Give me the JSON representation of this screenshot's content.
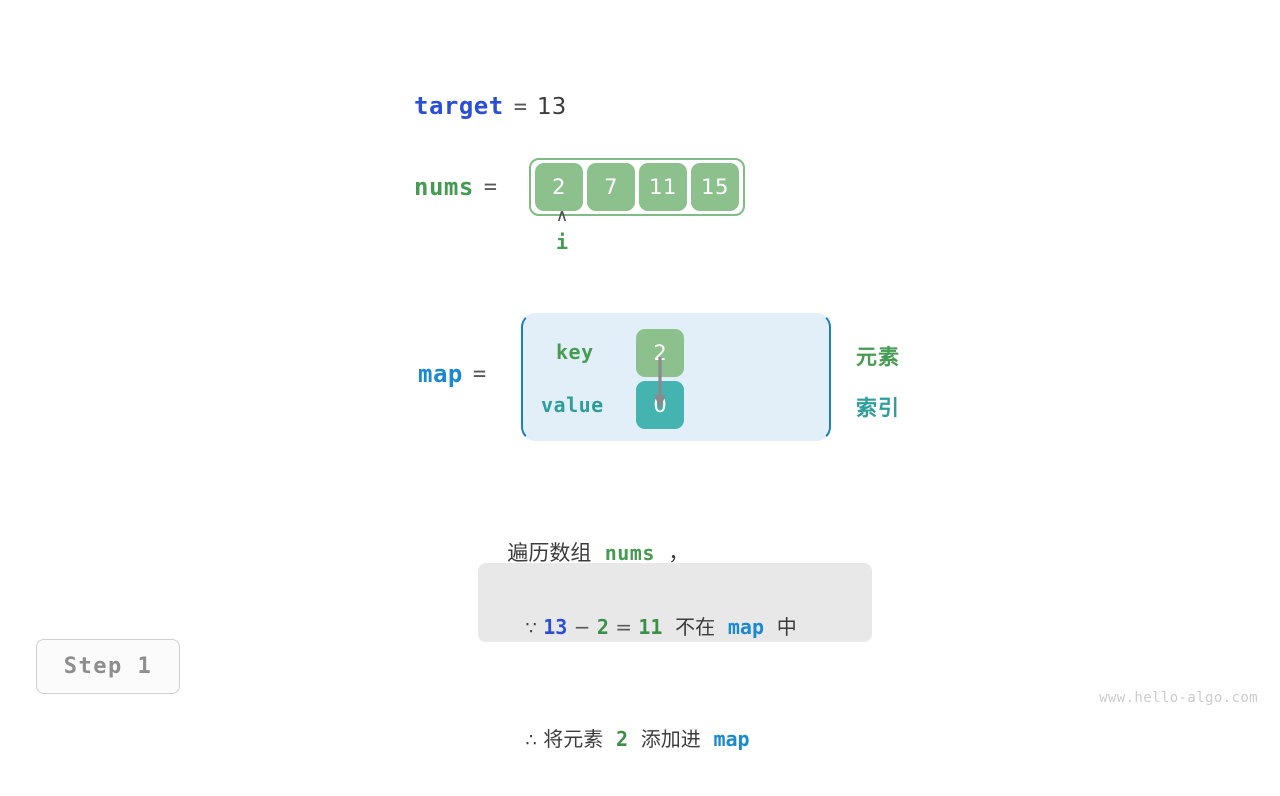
{
  "colors": {
    "target_blue": "#2a4fd6",
    "nums_green": "#469b52",
    "map_blue": "#1b88d2",
    "cell_green": "#8cc08c",
    "cell_teal": "#45b3b0",
    "map_box_fill": "#e2eff9",
    "map_box_border": "#1b7fc4",
    "info_box_bg": "#e8e8e8",
    "text_gray": "#3c3c3c"
  },
  "target": {
    "name": "target",
    "equals": "=",
    "value": "13"
  },
  "nums": {
    "name": "nums",
    "equals": "=",
    "cells": [
      "2",
      "7",
      "11",
      "15"
    ]
  },
  "pointer": {
    "caret": "∧",
    "label": "i"
  },
  "map": {
    "name": "map",
    "equals": "=",
    "key_label": "key",
    "value_label": "value",
    "key_cell": "2",
    "value_cell": "0",
    "side_label_element": "元素",
    "side_label_index": "索引"
  },
  "caption": {
    "prefix": "遍历数组",
    "code": "nums",
    "suffix": "，"
  },
  "info": {
    "line1": {
      "symbol": "∵",
      "a": "13",
      "minus": "−",
      "b": "2",
      "eq": "=",
      "c": "11",
      "text_mid": "不在",
      "code": "map",
      "text_end": "中"
    },
    "line2": {
      "symbol": "∴",
      "text_start": "将元素",
      "value": "2",
      "text_mid": "添加进",
      "code": "map"
    }
  },
  "step": {
    "label": "Step 1"
  },
  "watermark": {
    "text": "www.hello-algo.com"
  }
}
